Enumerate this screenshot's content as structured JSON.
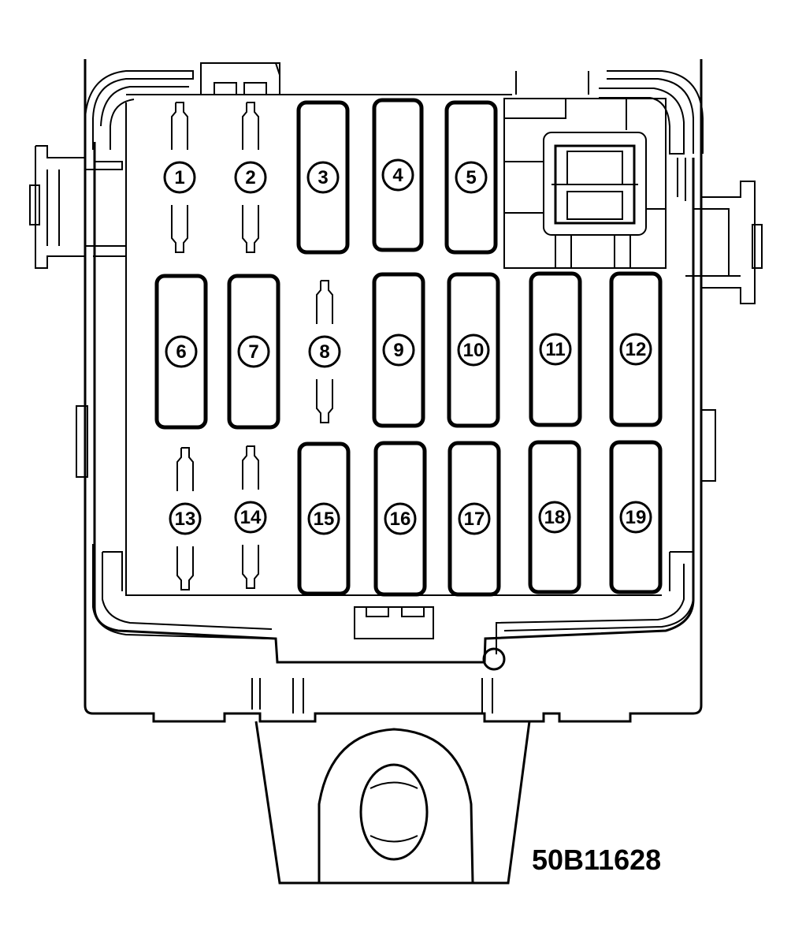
{
  "figure_code": "50B11628",
  "fuses": [
    {
      "label": "1",
      "kind": "mini"
    },
    {
      "label": "2",
      "kind": "mini"
    },
    {
      "label": "3",
      "kind": "block"
    },
    {
      "label": "4",
      "kind": "block"
    },
    {
      "label": "5",
      "kind": "block"
    },
    {
      "label": "6",
      "kind": "block"
    },
    {
      "label": "7",
      "kind": "block"
    },
    {
      "label": "8",
      "kind": "mini"
    },
    {
      "label": "9",
      "kind": "block"
    },
    {
      "label": "10",
      "kind": "block"
    },
    {
      "label": "11",
      "kind": "block"
    },
    {
      "label": "12",
      "kind": "block"
    },
    {
      "label": "13",
      "kind": "mini"
    },
    {
      "label": "14",
      "kind": "mini"
    },
    {
      "label": "15",
      "kind": "block"
    },
    {
      "label": "16",
      "kind": "block"
    },
    {
      "label": "17",
      "kind": "block"
    },
    {
      "label": "18",
      "kind": "block"
    },
    {
      "label": "19",
      "kind": "block"
    }
  ],
  "colors": {
    "line": "#000000",
    "background": "#ffffff"
  }
}
